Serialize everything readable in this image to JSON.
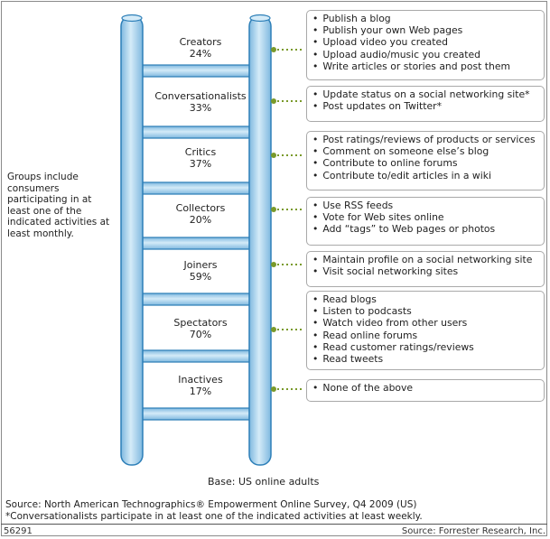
{
  "note": "Groups include consumers participating in at least one of the indicated activities at least monthly.",
  "groups": [
    {
      "name": "Creators",
      "pct": "24%",
      "activities": [
        "Publish a blog",
        "Publish your own Web pages",
        "Upload video you created",
        "Upload audio/music you created",
        "Write articles or stories and post them"
      ]
    },
    {
      "name": "Conversationalists",
      "pct": "33%",
      "activities": [
        "Update status on a social networking site*",
        "Post updates on Twitter*"
      ]
    },
    {
      "name": "Critics",
      "pct": "37%",
      "activities": [
        "Post ratings/reviews of products or services",
        "Comment on someone else’s blog",
        "Contribute to online forums",
        "Contribute to/edit articles in a wiki"
      ]
    },
    {
      "name": "Collectors",
      "pct": "20%",
      "activities": [
        "Use RSS feeds",
        "Vote for Web sites online",
        "Add “tags” to Web pages or photos"
      ]
    },
    {
      "name": "Joiners",
      "pct": "59%",
      "activities": [
        "Maintain profile on a social networking site",
        "Visit social networking sites"
      ]
    },
    {
      "name": "Spectators",
      "pct": "70%",
      "activities": [
        "Read blogs",
        "Listen to podcasts",
        "Watch video from other users",
        "Read online forums",
        "Read customer ratings/reviews",
        "Read tweets"
      ]
    },
    {
      "name": "Inactives",
      "pct": "17%",
      "activities": [
        "None of the above"
      ]
    }
  ],
  "base": "Base: US online adults",
  "source_line1": "Source: North American Technographics® Empowerment Online Survey, Q4 2009 (US)",
  "source_line2": "*Conversationalists participate in at least one of  the indicated activities at least weekly.",
  "code": "56291",
  "credit": "Source: Forrester Research, Inc.",
  "colors": {
    "ladder_fill": "#a8d0ea",
    "ladder_stroke": "#2d7fb8",
    "connector": "#7a9a2a",
    "box_border": "#a9a9a9"
  }
}
